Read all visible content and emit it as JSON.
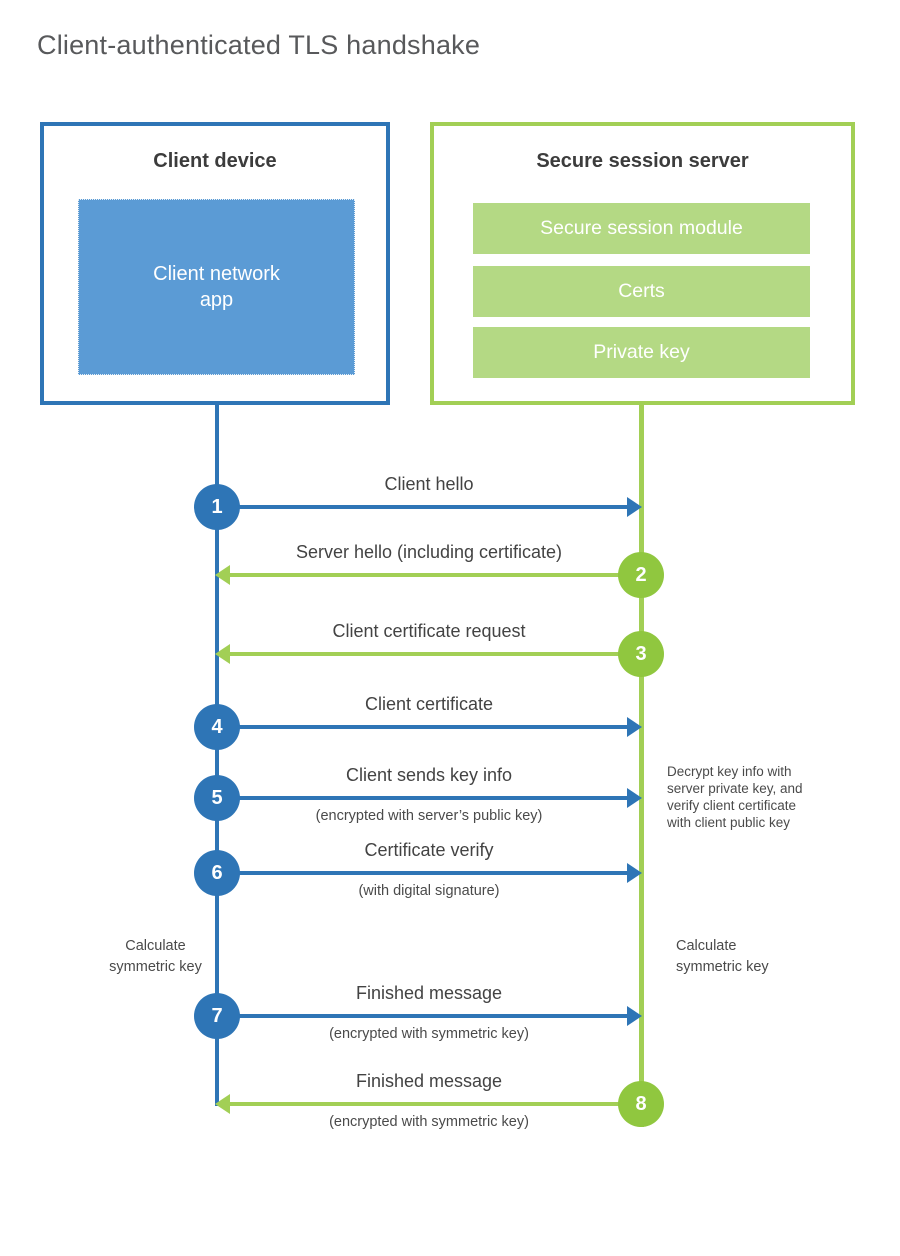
{
  "title": "Client-authenticated TLS handshake",
  "client": {
    "title": "Client device",
    "app_line1": "Client network",
    "app_line2": "app"
  },
  "server": {
    "title": "Secure session server",
    "modules": [
      "Secure session module",
      "Certs",
      "Private key"
    ]
  },
  "flow": {
    "messages": [
      {
        "step": "1",
        "label": "Client hello",
        "sublabel": "",
        "direction": "right",
        "color": "blue"
      },
      {
        "step": "2",
        "label": "Server hello (including certificate)",
        "sublabel": "",
        "direction": "left",
        "color": "green"
      },
      {
        "step": "3",
        "label": "Client certificate request",
        "sublabel": "",
        "direction": "left",
        "color": "green"
      },
      {
        "step": "4",
        "label": "Client certificate",
        "sublabel": "",
        "direction": "right",
        "color": "blue"
      },
      {
        "step": "5",
        "label": "Client sends key info",
        "sublabel": "(encrypted with server’s public key)",
        "direction": "right",
        "color": "blue"
      },
      {
        "step": "6",
        "label": "Certificate verify",
        "sublabel": "(with digital signature)",
        "direction": "right",
        "color": "blue"
      },
      {
        "step": "7",
        "label": "Finished message",
        "sublabel": "(encrypted with symmetric key)",
        "direction": "right",
        "color": "blue"
      },
      {
        "step": "8",
        "label": "Finished message",
        "sublabel": "(encrypted with symmetric key)",
        "direction": "left",
        "color": "green"
      }
    ],
    "notes": {
      "decrypt": "Decrypt key info with server private key, and verify client certificate with client public key",
      "calc_left": "Calculate symmetric key",
      "calc_right": "Calculate symmetric key"
    }
  },
  "colors": {
    "blue": "#2e75b6",
    "blue_fill": "#5b9bd5",
    "green": "#a2cf55",
    "green_circle": "#90c73f",
    "green_fill": "#b4d984"
  }
}
